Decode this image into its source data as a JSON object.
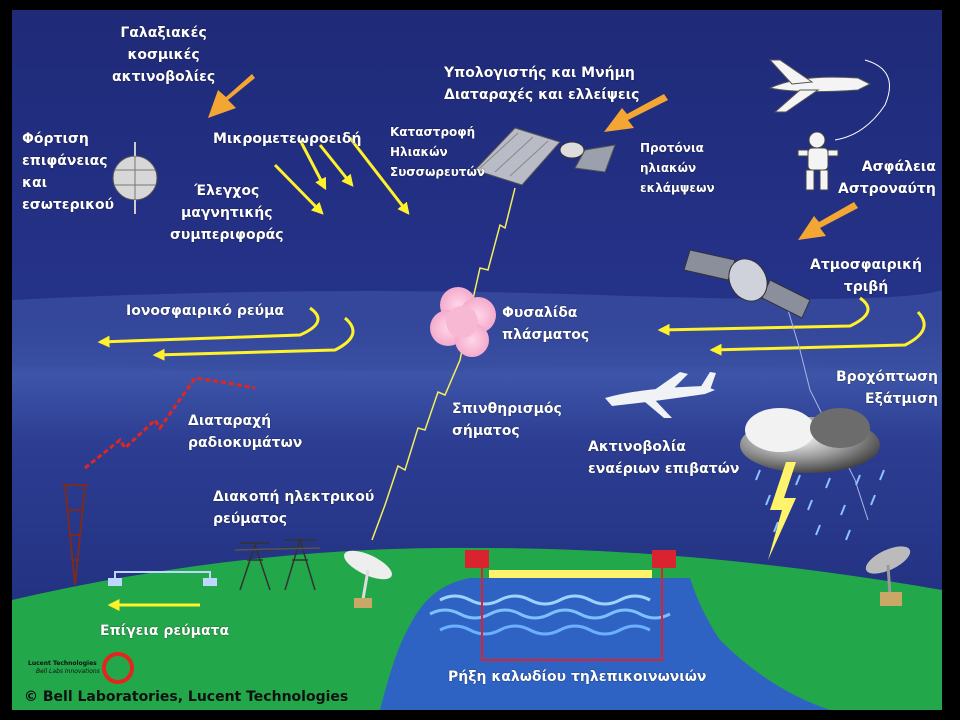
{
  "labels": {
    "galactic_rays": "Γαλαξιακές\nκοσμικές\nακτινοβολίες",
    "computer_memory": "Υπολογιστής και Μνήμη\nΔιαταραχές και ελλείψεις",
    "surface_charging": "Φόρτιση\nεπιφάνειας\nκαι\nεσωτερικού",
    "micrometeoroids": "Μικρομετεωροειδή",
    "magnetic_control": "Έλεγχος\nμαγνητικής\nσυμπεριφοράς",
    "solar_cell_damage": "Καταστροφή\nΗλιακών\nΣυσσωρευτών",
    "solar_protons": "Προτόνια\nηλιακών\nεκλάμψεων",
    "astronaut_safety": "Ασφάλεια\nΑστροναύτη",
    "atmospheric_drag": "Ατμοσφαιρική\nτριβή",
    "ionospheric_current": "Ιονοσφαιρικό ρεύμα",
    "plasma_bubble": "Φυσαλίδα\nπλάσματος",
    "rainfall_evaporation": "Βροχόπτωση\nΕξάτμιση",
    "radio_disturbance": "Διαταραχή\nραδιοκυμάτων",
    "signal_scintillation": "Σπινθηρισμός\nσήματος",
    "passenger_radiation": "Ακτινοβολία\nεναέριων επιβατών",
    "power_outage": "Διακοπή ηλεκτρικού\nρεύματος",
    "ground_currents": "Επίγεια ρεύματα",
    "cable_current": "Ρήξη καλωδίου τηλεπικοινωνιών"
  },
  "credits": {
    "lucent_logo_text": "Lucent Technologies",
    "lucent_tagline": "Bell Labs Innovations",
    "copyright": "© Bell Laboratories, Lucent Technologies"
  },
  "colors": {
    "space": "#23307c",
    "ionosphere": "#3a4fa0",
    "ground": "#22a84a",
    "ocean": "#2e63c4",
    "arrow_yellow": "#fff12a",
    "arrow_orange": "#f4a634",
    "bolt_yellow": "#fff36b",
    "radio_red": "#e2261f",
    "cable_red": "#d9232e",
    "border": "#000000"
  }
}
